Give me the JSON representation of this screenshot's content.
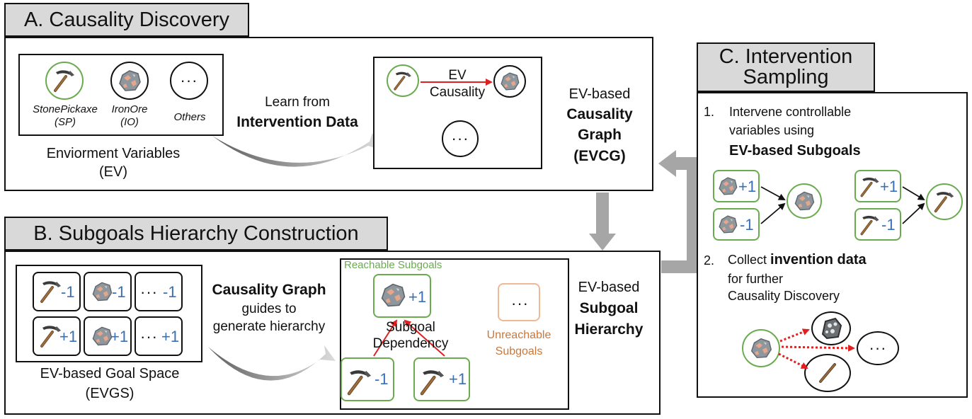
{
  "section_a": {
    "title": "A. Causality Discovery",
    "ev_items": [
      {
        "name": "StonePickaxe",
        "abbr": "(SP)"
      },
      {
        "name": "IronOre",
        "abbr": "(IO)"
      },
      {
        "name": "Others",
        "abbr": ""
      }
    ],
    "ev_label_line1": "Enviorment Variables",
    "ev_label_line2": "(EV)",
    "learn_line1": "Learn from",
    "learn_line2": "Intervention Data",
    "causality_line1": "EV",
    "causality_line2": "Causality",
    "dots": "···",
    "evcg_line1": "EV-based",
    "evcg_line2": "Causality",
    "evcg_line3": "Graph",
    "evcg_line4": "(EVCG)"
  },
  "section_b": {
    "title": "B. Subgoals Hierarchy Construction",
    "goal_values": [
      "-1",
      "-1",
      "-1",
      "+1",
      "+1",
      "+1"
    ],
    "dots": "···",
    "evgs_line1": "EV-based Goal Space",
    "evgs_line2": "(EVGS)",
    "guides_line1": "Causality Graph",
    "guides_line2": "guides to",
    "guides_line3": "generate hierarchy",
    "reachable_label": "Reachable Subgoals",
    "top_value": "+1",
    "dependency_line1": "Subgoal",
    "dependency_line2": "Dependency",
    "bottom_values": [
      "-1",
      "+1"
    ],
    "unreachable_line1": "Unreachable",
    "unreachable_line2": "Subgoals",
    "hier_line1": "EV-based",
    "hier_line2": "Subgoal",
    "hier_line3": "Hierarchy"
  },
  "section_c": {
    "title_line1": "C. Intervention",
    "title_line2": "Sampling",
    "step1_num": "1.",
    "step1_line1": "Intervene controllable",
    "step1_line2": "variables using",
    "step1_line3": "EV-based Subgoals",
    "intervene_values": [
      "+1",
      "-1",
      "+1",
      "-1"
    ],
    "step2_num": "2.",
    "step2_line1_a": "Collect ",
    "step2_line1_b": "invention data",
    "step2_line2": "for further",
    "step2_line3": "Causality Discovery",
    "dots": "···"
  },
  "colors": {
    "green": "#6aab4f",
    "red": "#e02020",
    "blue": "#3b6fb6",
    "orange": "#c8783c",
    "tab_gray": "#d9d9d9"
  }
}
